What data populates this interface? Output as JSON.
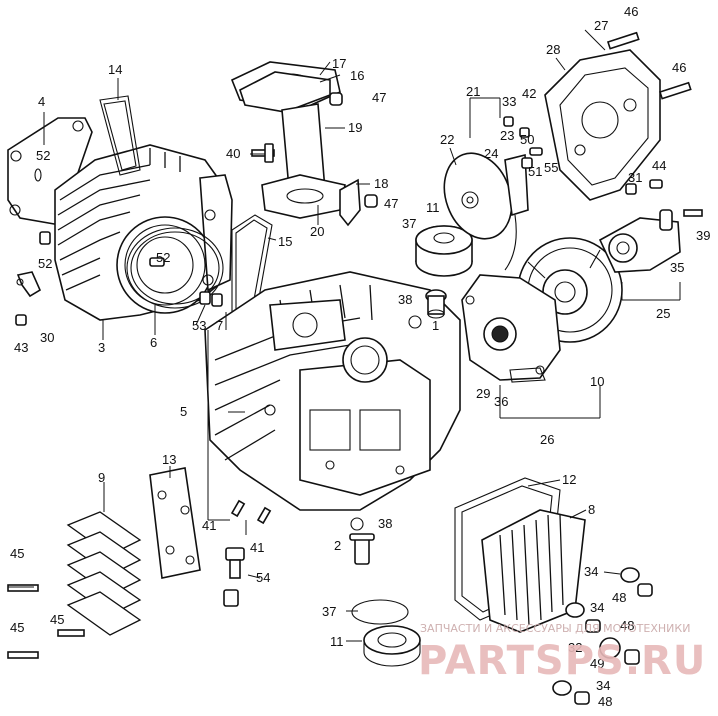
{
  "labels": {
    "p1": "1",
    "p2": "2",
    "p3": "3",
    "p4": "4",
    "p5": "5",
    "p6": "6",
    "p7": "7",
    "p8": "8",
    "p9": "9",
    "p10": "10",
    "p11a": "11",
    "p11b": "11",
    "p12": "12",
    "p13": "13",
    "p14": "14",
    "p15": "15",
    "p16": "16",
    "p17": "17",
    "p18": "18",
    "p19": "19",
    "p20": "20",
    "p21": "21",
    "p22": "22",
    "p23": "23",
    "p24": "24",
    "p25": "25",
    "p26": "26",
    "p27": "27",
    "p28": "28",
    "p29": "29",
    "p30": "30",
    "p31": "31",
    "p32": "32",
    "p33": "33",
    "p34a": "34",
    "p34b": "34",
    "p34c": "34",
    "p35": "35",
    "p36": "36",
    "p37a": "37",
    "p37b": "37",
    "p38a": "38",
    "p38b": "38",
    "p39": "39",
    "p40": "40",
    "p41a": "41",
    "p41b": "41",
    "p42": "42",
    "p43": "43",
    "p44": "44",
    "p45a": "45",
    "p45b": "45",
    "p46a": "46",
    "p46b": "46",
    "p47a": "47",
    "p47b": "47",
    "p48a": "48",
    "p48b": "48",
    "p48c": "48",
    "p49": "49",
    "p50": "50",
    "p51": "51",
    "p52a": "52",
    "p52b": "52",
    "p52c": "52",
    "p53": "53",
    "p54": "54",
    "p55": "55"
  },
  "watermark": {
    "caption": "ЗАПЧАСТИ И АКСЕССУАРЫ ДЛЯ МОТОТЕХНИКИ",
    "logo": "PARTSPS.RU"
  }
}
